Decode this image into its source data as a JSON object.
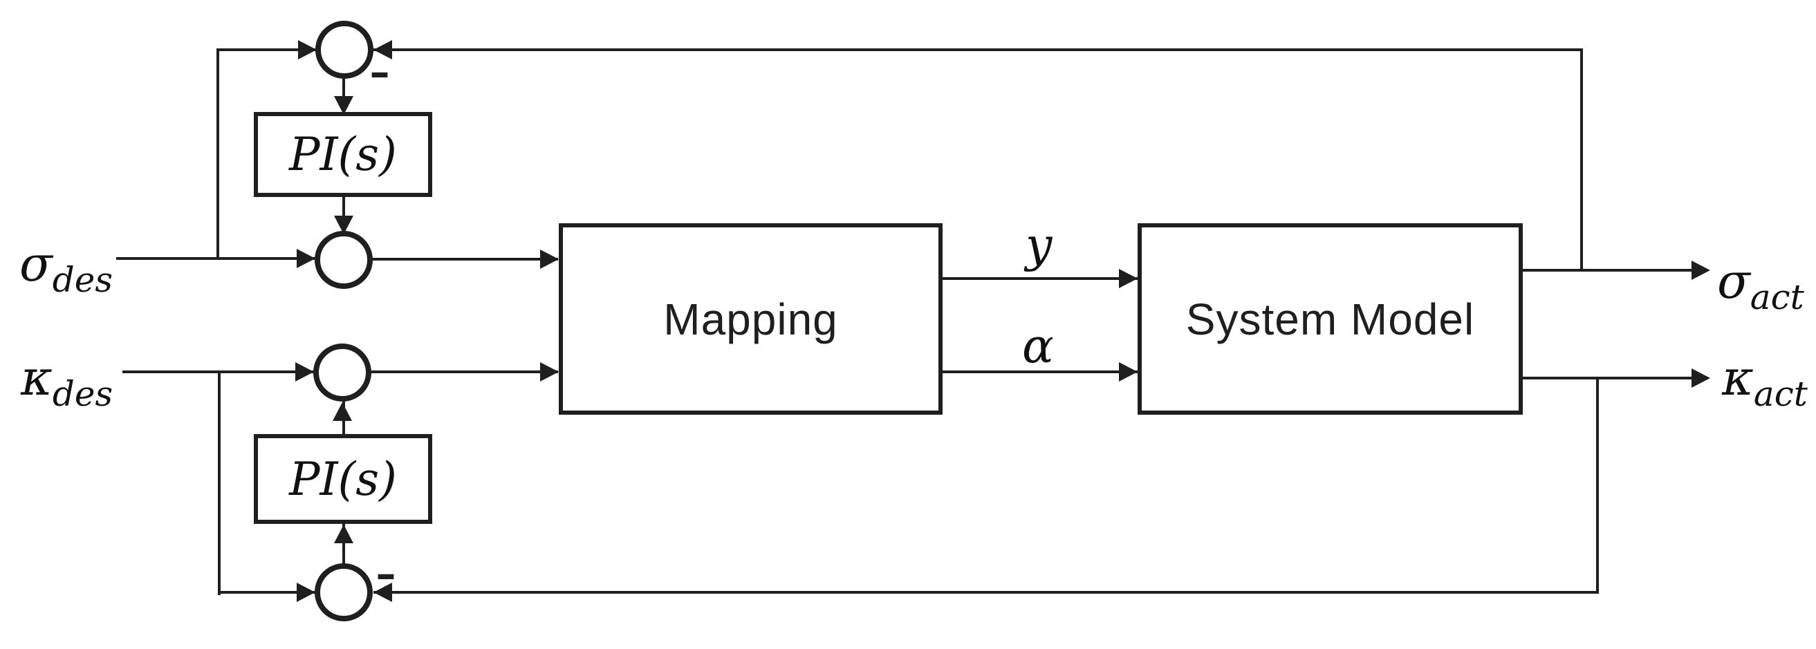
{
  "blocks": {
    "pi_top": "PI(s)",
    "pi_bottom": "PI(s)",
    "mapping": "Mapping",
    "system_model": "System Model"
  },
  "labels": {
    "sigma_des": {
      "base": "σ",
      "sub": "des"
    },
    "kappa_des": {
      "base": "κ",
      "sub": "des"
    },
    "sigma_act": {
      "base": "σ",
      "sub": "act"
    },
    "kappa_act": {
      "base": "κ",
      "sub": "act"
    },
    "y": "y",
    "alpha": "α"
  },
  "operators": {
    "minus_top": "–",
    "minus_bottom": "–"
  },
  "colors": {
    "line": "#1f1f1f",
    "background": "#ffffff"
  }
}
